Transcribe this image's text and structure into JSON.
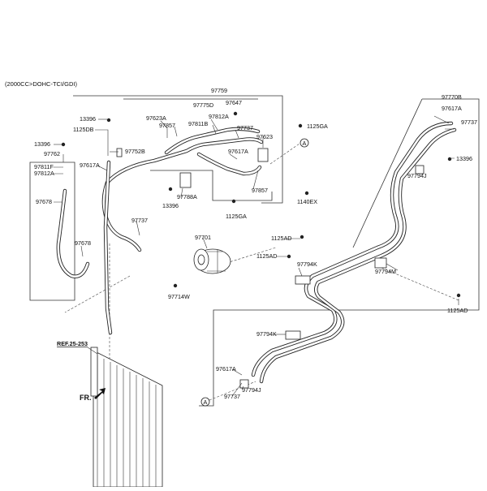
{
  "header": {
    "engine_spec": "(2000CC>DOHC-TCI/GDI)"
  },
  "reference": {
    "label": "REF.25-253"
  },
  "direction": {
    "label": "FR."
  },
  "markers": {
    "a_label": "A"
  },
  "labels": {
    "p97759": "97759",
    "p97775D": "97775D",
    "p97647": "97647",
    "p13396_top": "13396",
    "p1125DB": "1125DB",
    "p97623A": "97623A",
    "p97857_top": "97857",
    "p97812A_mid": "97812A",
    "p97811B": "97811B",
    "p97737_top": "97737",
    "p97623": "97623",
    "p1125GA_top": "1125GA",
    "p13396_left": "13396",
    "p97762": "97762",
    "p97752B": "97752B",
    "p97617A_left": "97617A",
    "p97617A_mid": "97617A",
    "p97811F": "97811F",
    "p97812A_left": "97812A",
    "p97678_left": "97678",
    "p97678_low": "97678",
    "p97788A": "97788A",
    "p13396_mid": "13396",
    "p1125GA_mid": "1125GA",
    "p97857_bot": "97857",
    "p1140EX": "1140EX",
    "p97737_mid": "97737",
    "p97701": "97701",
    "p97714W": "97714W",
    "p97770B": "97770B",
    "p97617A_right": "97617A",
    "p97737_right": "97737",
    "p13396_right": "13396",
    "p97794J_right": "97794J",
    "p1125AD_a": "1125AD",
    "p1125AD_b": "1125AD",
    "p97794K_a": "97794K",
    "p97794M": "97794M",
    "p1125AD_right": "1125AD",
    "p97794K_b": "97794K",
    "p97617A_bot": "97617A",
    "p97737_bot": "97737",
    "p97794J_bot": "97794J"
  }
}
